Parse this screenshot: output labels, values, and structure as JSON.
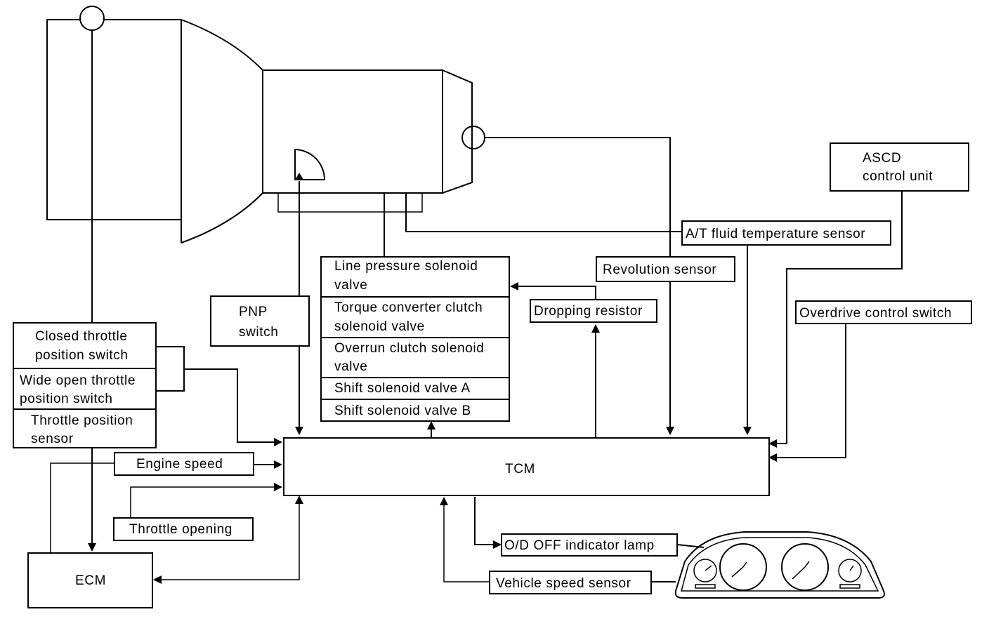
{
  "labels": {
    "asc_line1": "ASCD",
    "asc_line2": "control unit",
    "at_fluid_temp_sensor": "A/T fluid temperature sensor",
    "revolution_sensor": "Revolution sensor",
    "overdrive_control_switch": "Overdrive control switch",
    "dropping_resistor": "Dropping resistor",
    "pnp_line1": "PNP",
    "pnp_line2": "switch",
    "solenoids": [
      {
        "line1": "Line pressure solenoid",
        "line2": "valve"
      },
      {
        "line1": "Torque converter clutch",
        "line2": "solenoid valve"
      },
      {
        "line1": "Overrun clutch solenoid",
        "line2": "valve"
      },
      {
        "line1": "Shift solenoid valve A",
        "line2": ""
      },
      {
        "line1": "Shift solenoid valve B",
        "line2": ""
      }
    ],
    "throttle_switches": [
      {
        "line1": "Closed throttle",
        "line2": "position switch"
      },
      {
        "line1": "Wide open throttle",
        "line2": "position switch"
      },
      {
        "line1": "Throttle position",
        "line2": "sensor"
      }
    ],
    "engine_speed": "Engine speed",
    "throttle_opening": "Throttle opening",
    "ecm": "ECM",
    "tcm": "TCM",
    "od_off_indicator_lamp": "O/D OFF indicator lamp",
    "vehicle_speed_sensor": "Vehicle speed sensor"
  },
  "icons": {
    "engine": "engine-outline",
    "transmission": "transmission-outline",
    "throttle_sensor": "circle-sensor",
    "revolution_sensor": "circle-sensor",
    "pnp_switch": "quarter-circle-switch",
    "instrument_cluster": "combination-meter"
  },
  "colors": {
    "line": "#000000",
    "background": "#ffffff"
  }
}
